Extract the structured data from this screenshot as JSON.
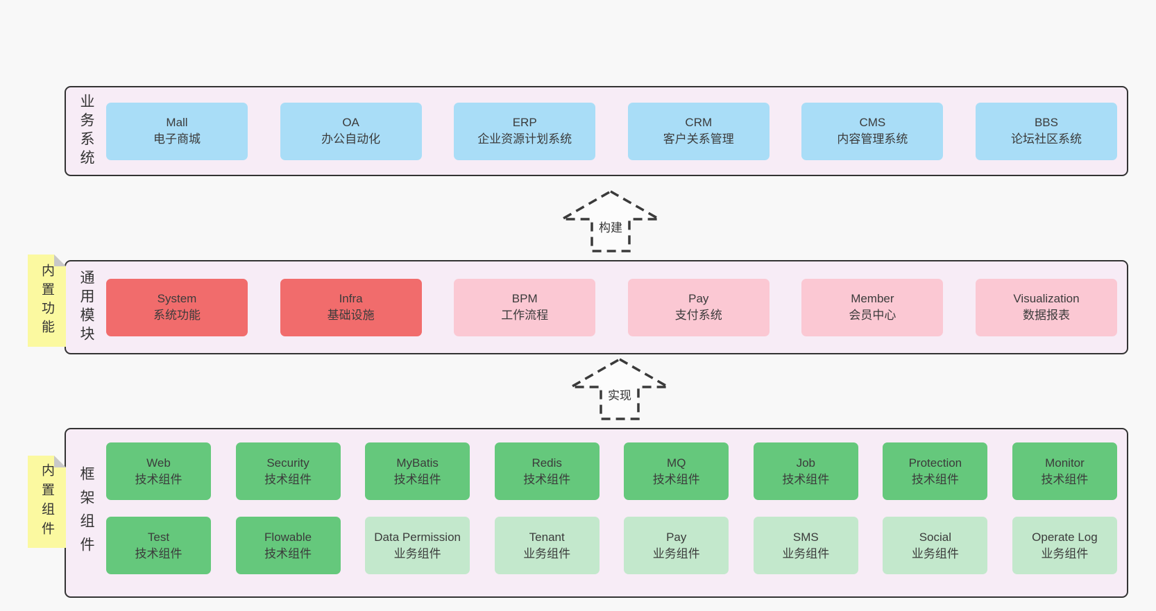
{
  "colors": {
    "page_bg": "#f8f8f8",
    "container_bg": "#f7ecf6",
    "container_border": "#333333",
    "text": "#3b3b3b",
    "blue": "#a9ddf7",
    "red": "#f16c6c",
    "pink": "#fbc8d3",
    "green_dark": "#65c87c",
    "green_light": "#c3e8cc",
    "note_yellow": "#fbf9a0",
    "note_fold": "#c8c8c8"
  },
  "arrows": [
    {
      "label": "构建"
    },
    {
      "label": "实现"
    }
  ],
  "layers": {
    "business": {
      "label": "业务系统",
      "boxes": [
        {
          "title": "Mall",
          "subtitle": "电子商城",
          "variant": "blue"
        },
        {
          "title": "OA",
          "subtitle": "办公自动化",
          "variant": "blue"
        },
        {
          "title": "ERP",
          "subtitle": "企业资源计划系统",
          "variant": "blue"
        },
        {
          "title": "CRM",
          "subtitle": "客户关系管理",
          "variant": "blue"
        },
        {
          "title": "CMS",
          "subtitle": "内容管理系统",
          "variant": "blue"
        },
        {
          "title": "BBS",
          "subtitle": "论坛社区系统",
          "variant": "blue"
        }
      ]
    },
    "modules": {
      "label": "通用模块",
      "note": "内置功能",
      "boxes": [
        {
          "title": "System",
          "subtitle": "系统功能",
          "variant": "red"
        },
        {
          "title": "Infra",
          "subtitle": "基础设施",
          "variant": "red"
        },
        {
          "title": "BPM",
          "subtitle": "工作流程",
          "variant": "pink"
        },
        {
          "title": "Pay",
          "subtitle": "支付系统",
          "variant": "pink"
        },
        {
          "title": "Member",
          "subtitle": "会员中心",
          "variant": "pink"
        },
        {
          "title": "Visualization",
          "subtitle": "数据报表",
          "variant": "pink"
        }
      ]
    },
    "components": {
      "label": "框架组件",
      "note": "内置组件",
      "row1": [
        {
          "title": "Web",
          "subtitle": "技术组件",
          "variant": "green-dark"
        },
        {
          "title": "Security",
          "subtitle": "技术组件",
          "variant": "green-dark"
        },
        {
          "title": "MyBatis",
          "subtitle": "技术组件",
          "variant": "green-dark"
        },
        {
          "title": "Redis",
          "subtitle": "技术组件",
          "variant": "green-dark"
        },
        {
          "title": "MQ",
          "subtitle": "技术组件",
          "variant": "green-dark"
        },
        {
          "title": "Job",
          "subtitle": "技术组件",
          "variant": "green-dark"
        },
        {
          "title": "Protection",
          "subtitle": "技术组件",
          "variant": "green-dark"
        },
        {
          "title": "Monitor",
          "subtitle": "技术组件",
          "variant": "green-dark"
        }
      ],
      "row2": [
        {
          "title": "Test",
          "subtitle": "技术组件",
          "variant": "green-dark"
        },
        {
          "title": "Flowable",
          "subtitle": "技术组件",
          "variant": "green-dark"
        },
        {
          "title": "Data Permission",
          "subtitle": "业务组件",
          "variant": "green-light"
        },
        {
          "title": "Tenant",
          "subtitle": "业务组件",
          "variant": "green-light"
        },
        {
          "title": "Pay",
          "subtitle": "业务组件",
          "variant": "green-light"
        },
        {
          "title": "SMS",
          "subtitle": "业务组件",
          "variant": "green-light"
        },
        {
          "title": "Social",
          "subtitle": "业务组件",
          "variant": "green-light"
        },
        {
          "title": "Operate Log",
          "subtitle": "业务组件",
          "variant": "green-light"
        }
      ]
    }
  }
}
